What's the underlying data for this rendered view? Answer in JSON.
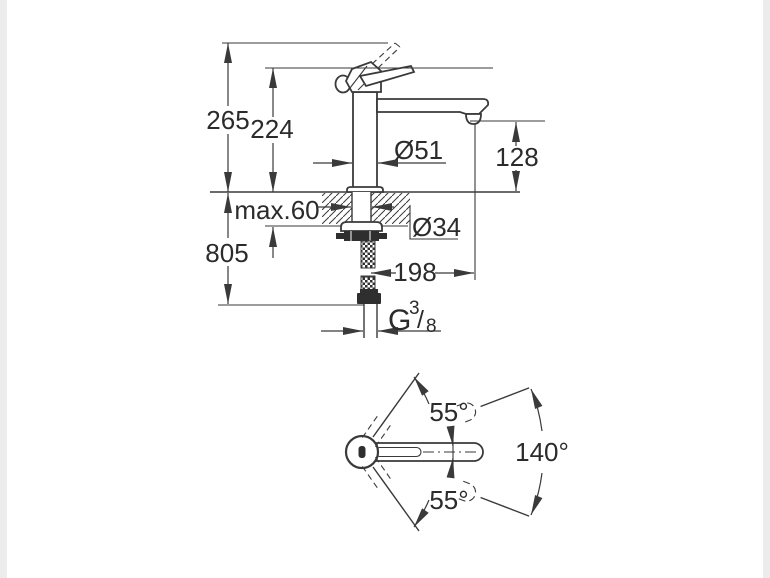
{
  "side_view": {
    "dim_265": "265",
    "dim_224": "224",
    "dim_max_60": "max.60",
    "dim_805": "805",
    "dim_d51": "Ø51",
    "dim_128": "128",
    "dim_d34": "Ø34",
    "dim_198": "198",
    "thread": {
      "g": "G",
      "sup": "3",
      "slash": "/",
      "sub": "8"
    }
  },
  "top_view": {
    "angle_upper_55": "55°",
    "angle_lower_55": "55°",
    "angle_total_140": "140°"
  },
  "colors": {
    "line": "#3a3a3a",
    "text": "#2b2b2b",
    "background": "#ffffff",
    "edge_strip": "#ececec"
  }
}
